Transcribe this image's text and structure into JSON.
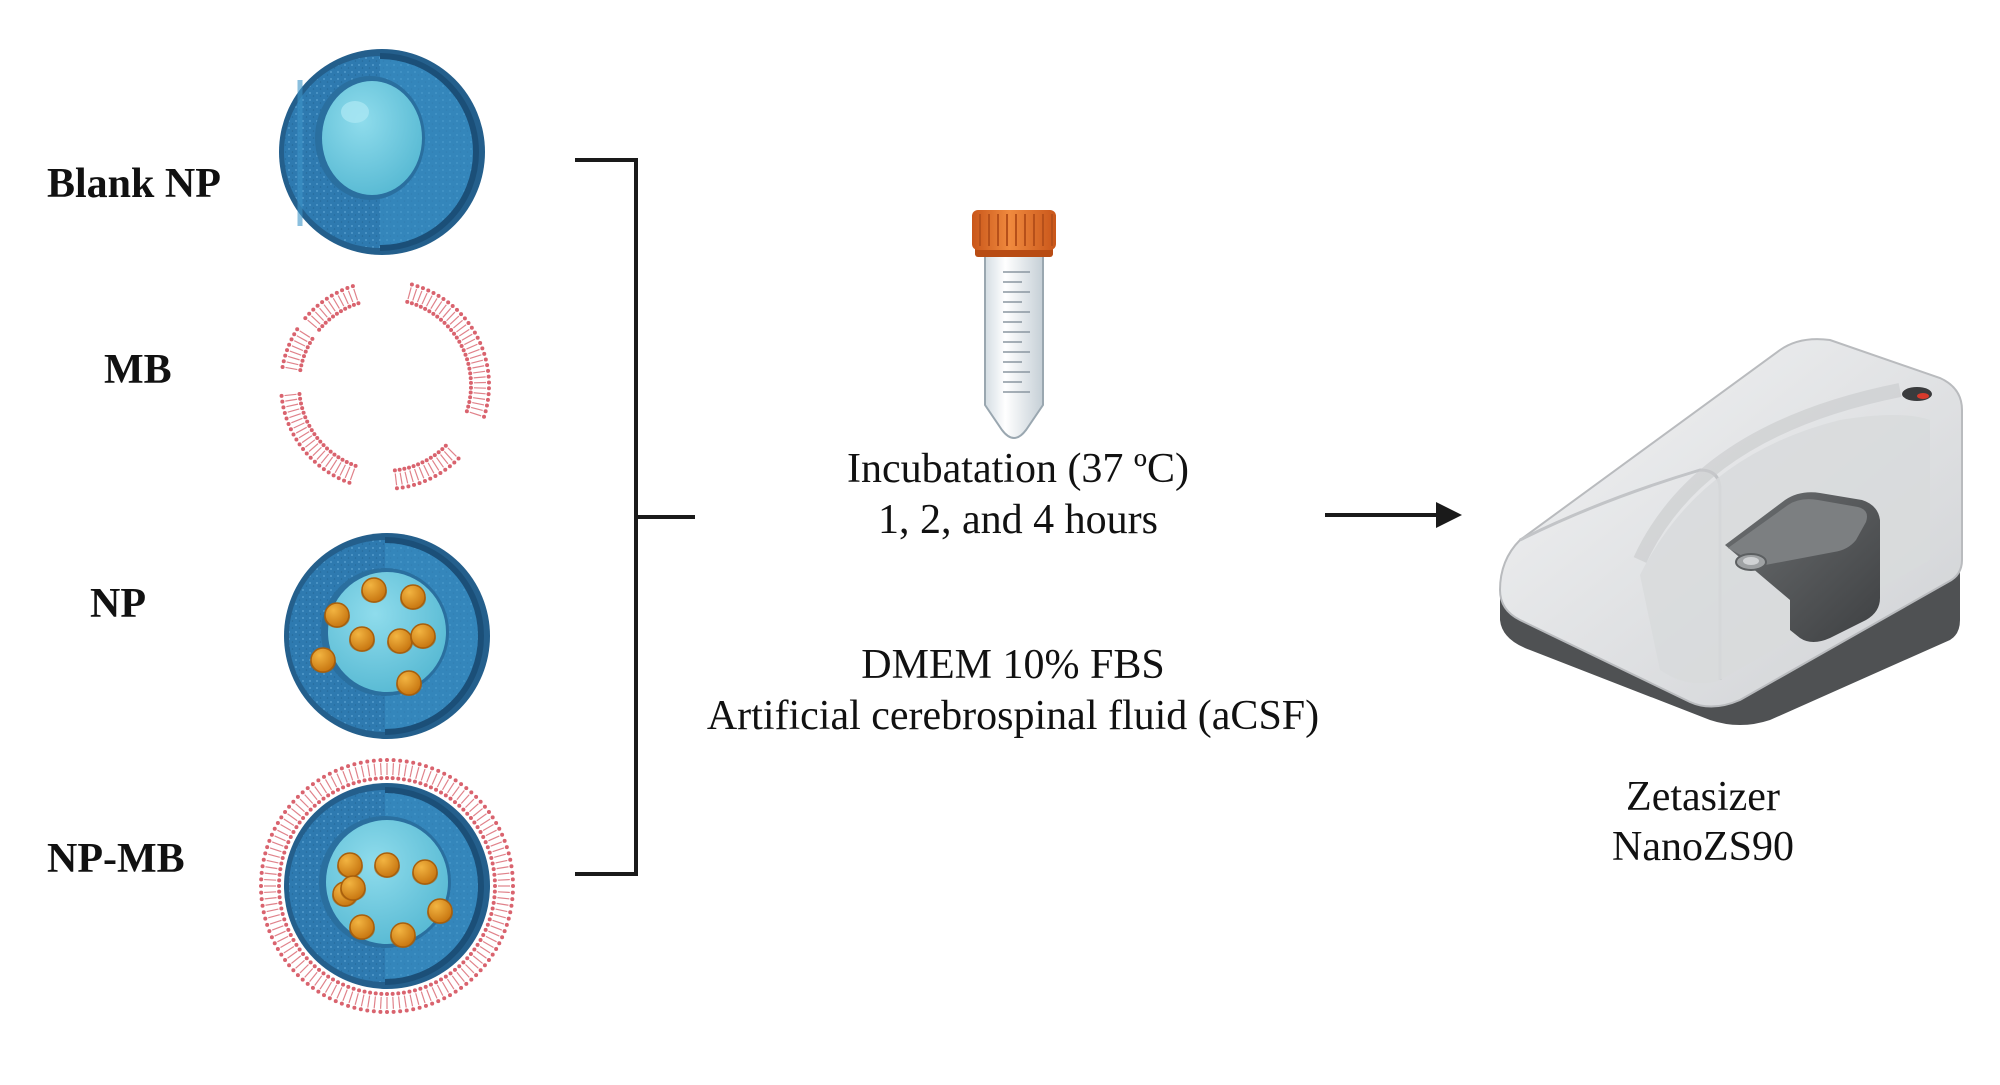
{
  "samples": {
    "blank_np": "Blank NP",
    "mb": "MB",
    "np": "NP",
    "np_mb": "NP-MB"
  },
  "incubation": {
    "line1": "Incubatation (37 ºC)",
    "line2": "1, 2, and 4 hours"
  },
  "media": {
    "line1": "DMEM 10% FBS",
    "line2": "Artificial cerebrospinal fluid (aCSF)"
  },
  "instrument": {
    "line1": "Zetasizer",
    "line2": "NanoZS90"
  },
  "colors": {
    "nanoparticle_shell": "#2e7ab0",
    "nanoparticle_core": "#6cc7dd",
    "drug_particle": "#e0901e",
    "membrane": "#d9636e",
    "tube_cap": "#e36f24",
    "instrument_body": "#e3e4e6",
    "instrument_base": "#5d5f61"
  }
}
